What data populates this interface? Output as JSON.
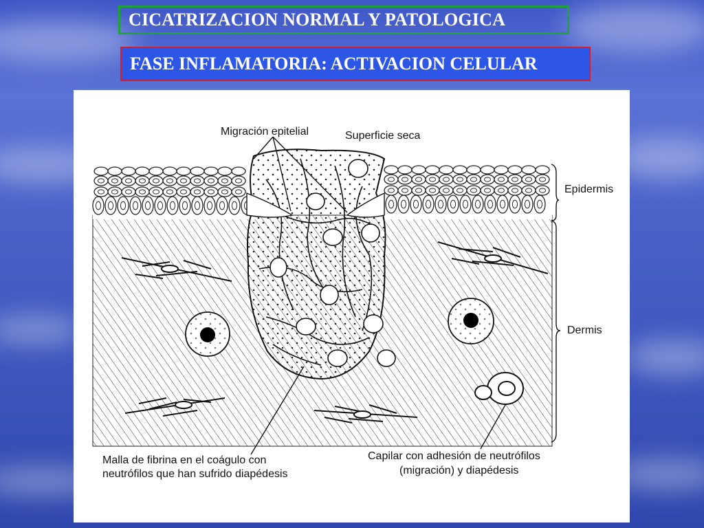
{
  "slide": {
    "title": "CICATRIZACION NORMAL Y PATOLOGICA",
    "subtitle": "FASE INFLAMATORIA: ACTIVACION CELULAR"
  },
  "figure": {
    "labels": {
      "epithelial_migration": "Migración epitelial",
      "dry_surface": "Superficie seca",
      "epidermis": "Epidermis",
      "dermis": "Dermis",
      "fibrin_mesh_line1": "Malla de fibrina en el coágulo con",
      "fibrin_mesh_line2": "neutrófilos que han sufrido diapédesis",
      "capillary_line1": "Capilar con adhesión de neutrófilos",
      "capillary_line2": "(migración) y diapédesis"
    }
  },
  "colors": {
    "title_border": "#1fa23a",
    "subtitle_border": "#d21f2a",
    "subtitle_fill": "#2d55e6",
    "text": "#ffffff"
  }
}
